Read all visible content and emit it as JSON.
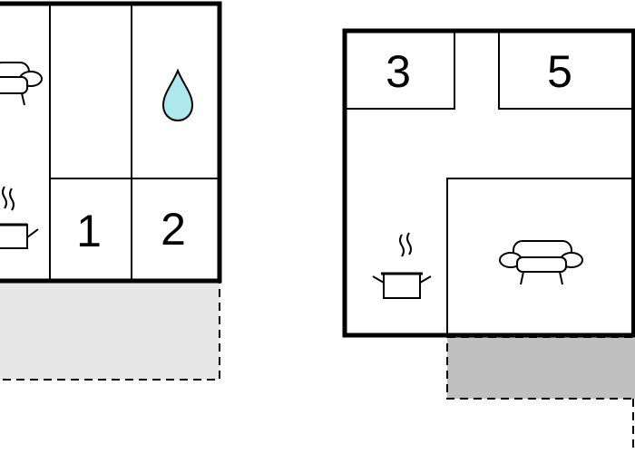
{
  "floorplan": {
    "left_unit": {
      "rooms": [
        {
          "label": "1",
          "kind": "bedroom"
        },
        {
          "label": "2",
          "kind": "bedroom"
        }
      ],
      "icons": [
        "sofa-icon",
        "water-drop-icon",
        "cooking-pot-icon"
      ]
    },
    "right_unit": {
      "rooms": [
        {
          "label": "3",
          "kind": "bedroom"
        },
        {
          "label": "5",
          "kind": "bedroom"
        }
      ],
      "icons": [
        "cooking-pot-icon",
        "sofa-icon"
      ]
    }
  },
  "colors": {
    "wall": "#000000",
    "water": "#aee8ee",
    "terrace_light": "#e6e6e6",
    "terrace_dark": "#c0c0c0"
  }
}
